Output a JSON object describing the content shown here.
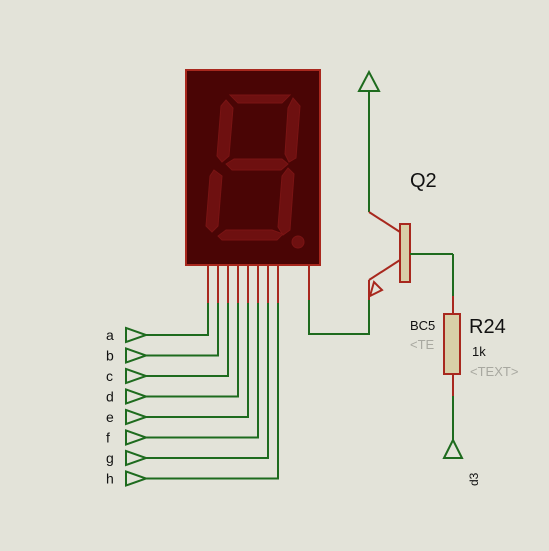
{
  "colors": {
    "background": "#e3e3d9",
    "wire": "#1e6b1e",
    "pin_red": "#a8281e",
    "display_body": "#4a0505",
    "segment": "#6e1010",
    "resistor_fill": "#d8d0a8",
    "label": "#111111",
    "ghost_text": "#a8a8a0"
  },
  "display": {
    "name": "seven-segment-display",
    "segment_inputs": [
      "a",
      "b",
      "c",
      "d",
      "e",
      "f",
      "g",
      "h"
    ]
  },
  "transistor": {
    "ref": "Q2",
    "value_label": "BC5",
    "text_placeholder": "<TE"
  },
  "resistor": {
    "ref": "R24",
    "value": "1k",
    "text_placeholder": "<TEXT>"
  },
  "net_labels": {
    "ground_net": "d3"
  },
  "symbols": {
    "power": "power-terminal",
    "ground_input": "input-terminal"
  }
}
